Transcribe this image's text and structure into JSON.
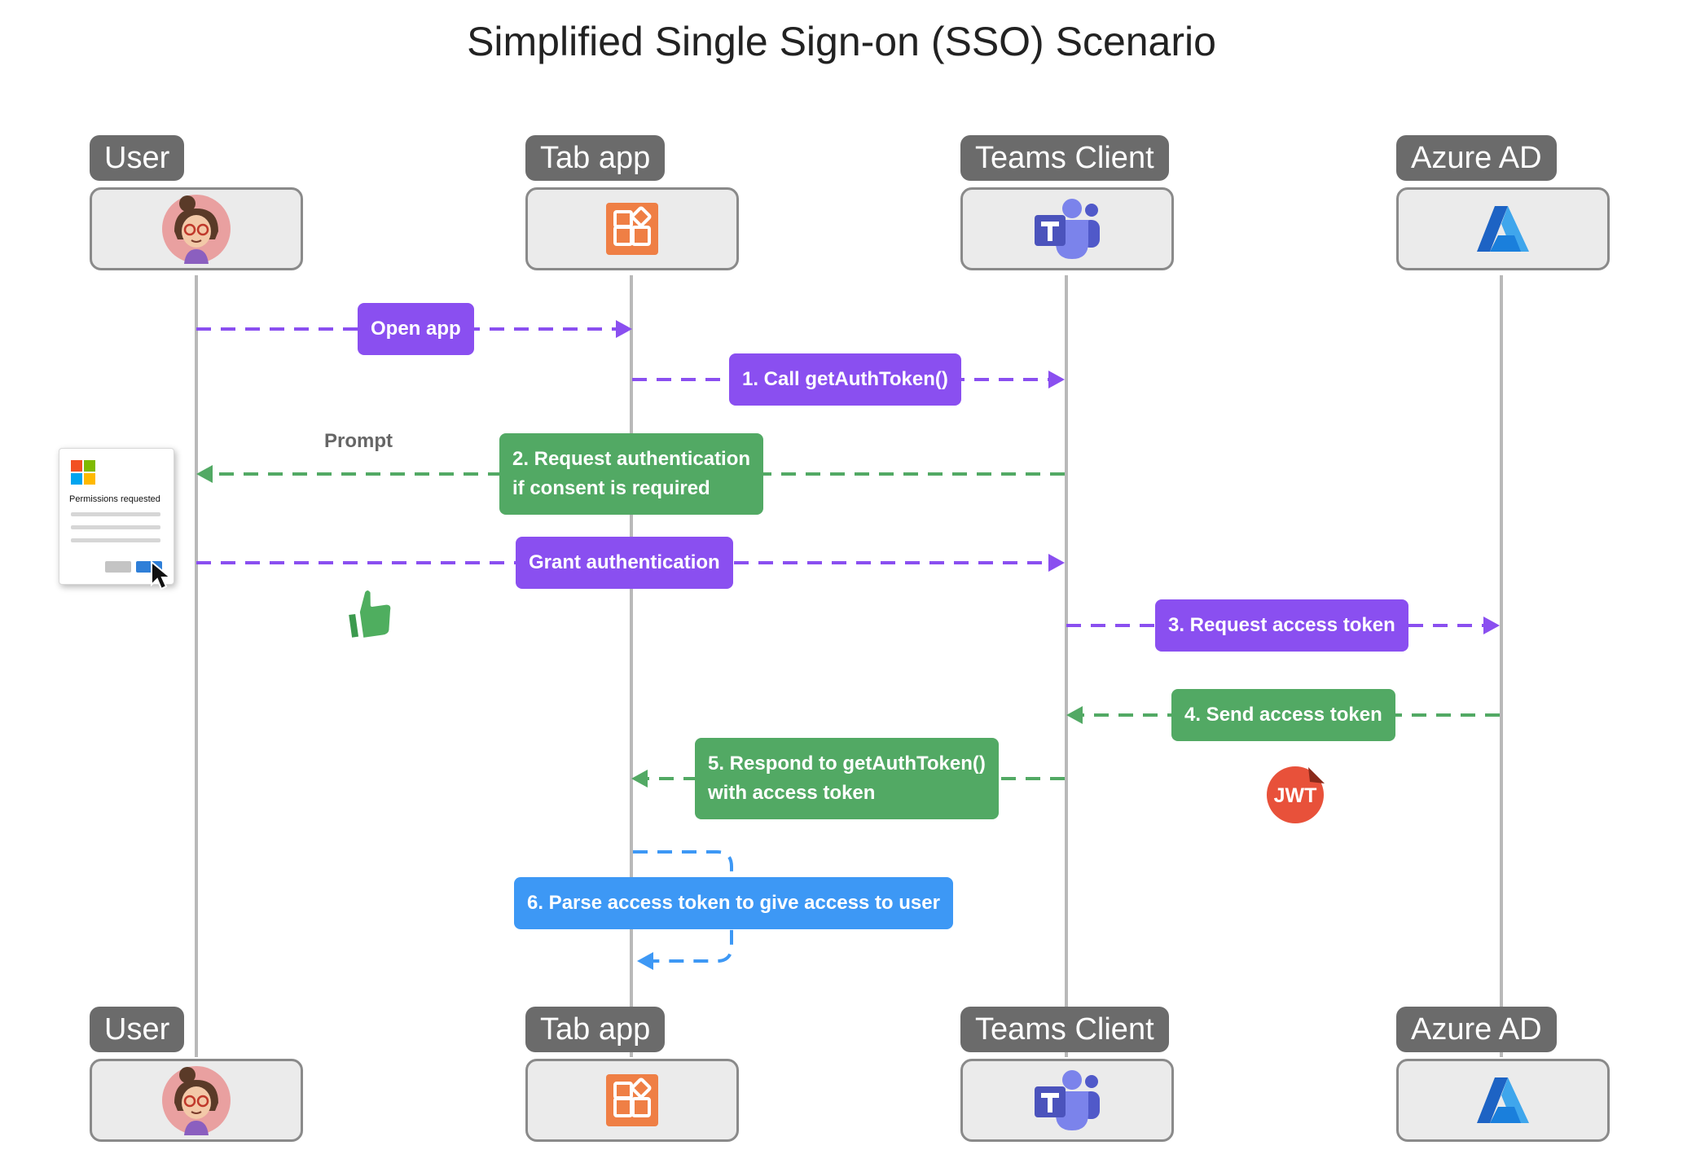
{
  "title": "Simplified Single Sign-on (SSO) Scenario",
  "actors": [
    {
      "label": "User",
      "icon": "user-avatar-icon"
    },
    {
      "label": "Tab app",
      "icon": "tab-app-icon"
    },
    {
      "label": "Teams Client",
      "icon": "teams-icon"
    },
    {
      "label": "Azure AD",
      "icon": "azure-icon"
    }
  ],
  "messages": {
    "open_app": "Open app",
    "step1": "1.  Call getAuthToken()",
    "step2_line1": "2. Request authentication",
    "step2_line2": "if consent is required",
    "grant": "Grant authentication",
    "step3": "3. Request access token",
    "step4": "4. Send access token",
    "step5_line1": "5. Respond to getAuthToken()",
    "step5_line2": "with access token",
    "step6": "6. Parse access token to give access to user"
  },
  "prompt": "Prompt",
  "dialog": {
    "text": "Permissions requested",
    "icon": "microsoft-logo-icon"
  },
  "jwt_badge": "JWT",
  "colors": {
    "request": "#8a4ff0",
    "response": "#52a964",
    "internal": "#3d98f5",
    "actor_label": "#6b6b6b"
  }
}
